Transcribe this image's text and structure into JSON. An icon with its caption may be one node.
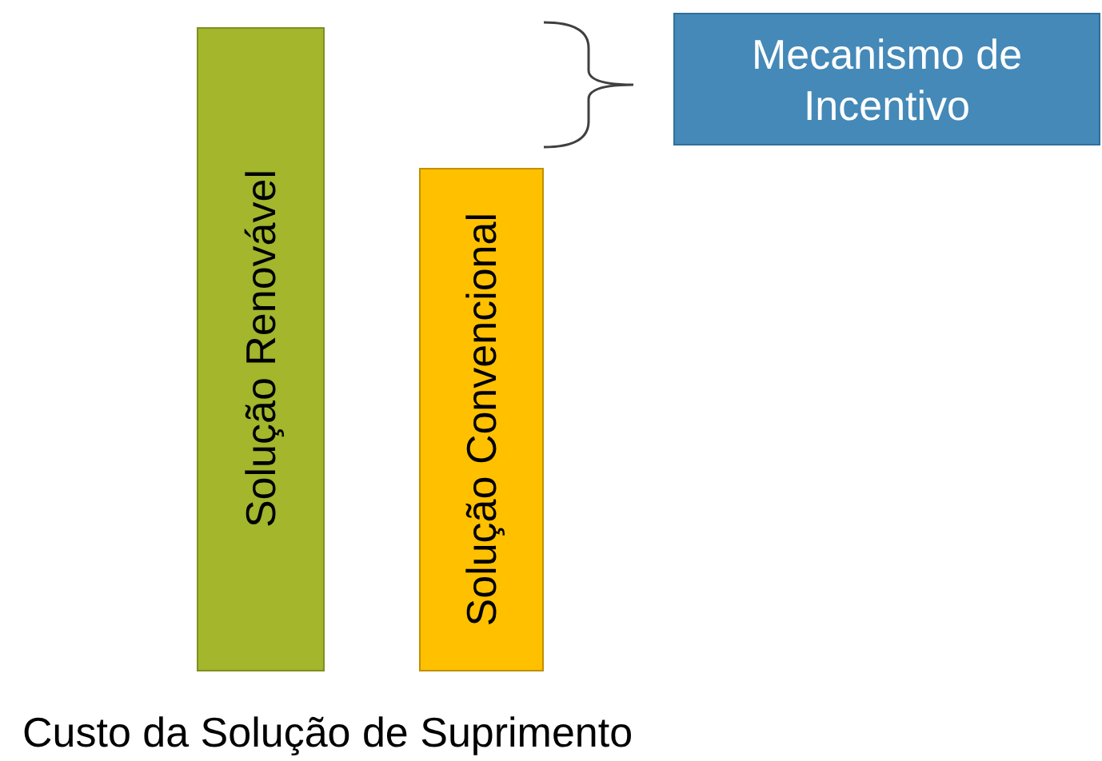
{
  "diagram": {
    "caption": "Custo da Solução de Suprimento",
    "nodes": [
      {
        "text": [
          "Solução Renovável"
        ]
      },
      {
        "text": [
          "Solução Convencional"
        ]
      },
      {
        "text": [
          "Mecanismo de Incentivo"
        ]
      }
    ],
    "edges": []
  }
}
